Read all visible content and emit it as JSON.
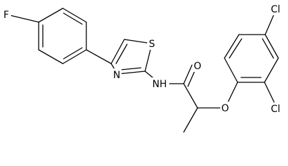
{
  "atoms": {
    "F": "F",
    "S": "S",
    "N_ring": "N",
    "NH": "NH",
    "O_carbonyl": "O",
    "O_ether": "O",
    "Cl_para": "Cl",
    "Cl_ortho": "Cl"
  },
  "colors": {
    "bond": "#000000",
    "background": "#ffffff"
  }
}
